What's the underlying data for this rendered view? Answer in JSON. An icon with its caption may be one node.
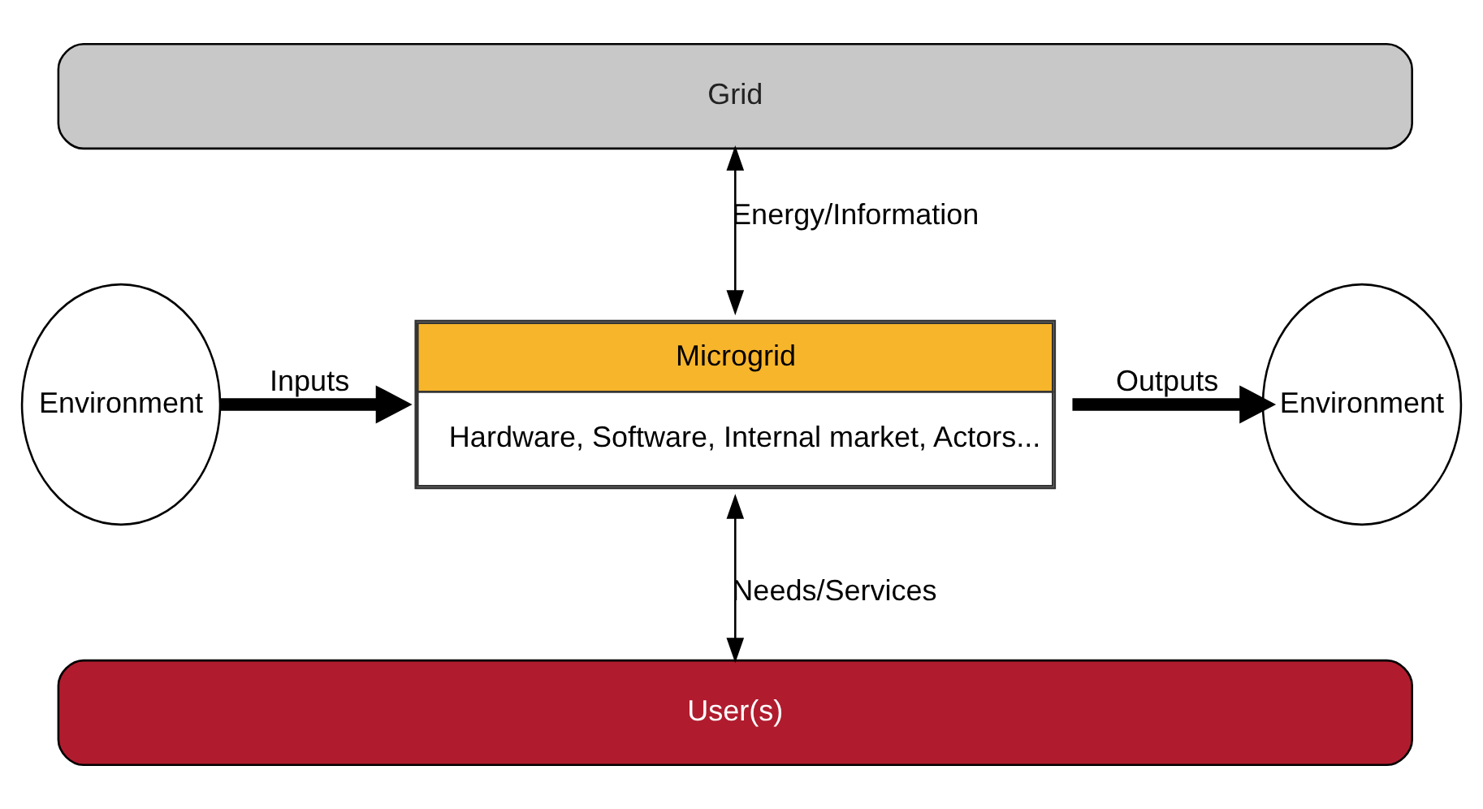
{
  "diagram": {
    "nodes": [
      {
        "text": [
          "Grid"
        ]
      },
      {
        "text": [
          "Environment"
        ]
      },
      {
        "text": [
          "Microgrid",
          "Hardware, Software, Internal market, Actors..."
        ]
      },
      {
        "text": [
          "Environment"
        ]
      },
      {
        "text": [
          "User(s)"
        ]
      }
    ],
    "edges": [
      {
        "from": 0,
        "to": 2,
        "arrow": "both",
        "label": "Energy/Information"
      },
      {
        "from": 1,
        "to": 2,
        "arrow": "to",
        "label": "Inputs",
        "style": "thick"
      },
      {
        "from": 2,
        "to": 3,
        "arrow": "to",
        "label": "Outputs",
        "style": "thick"
      },
      {
        "from": 2,
        "to": 4,
        "arrow": "both",
        "label": "Needs/Services"
      }
    ]
  }
}
